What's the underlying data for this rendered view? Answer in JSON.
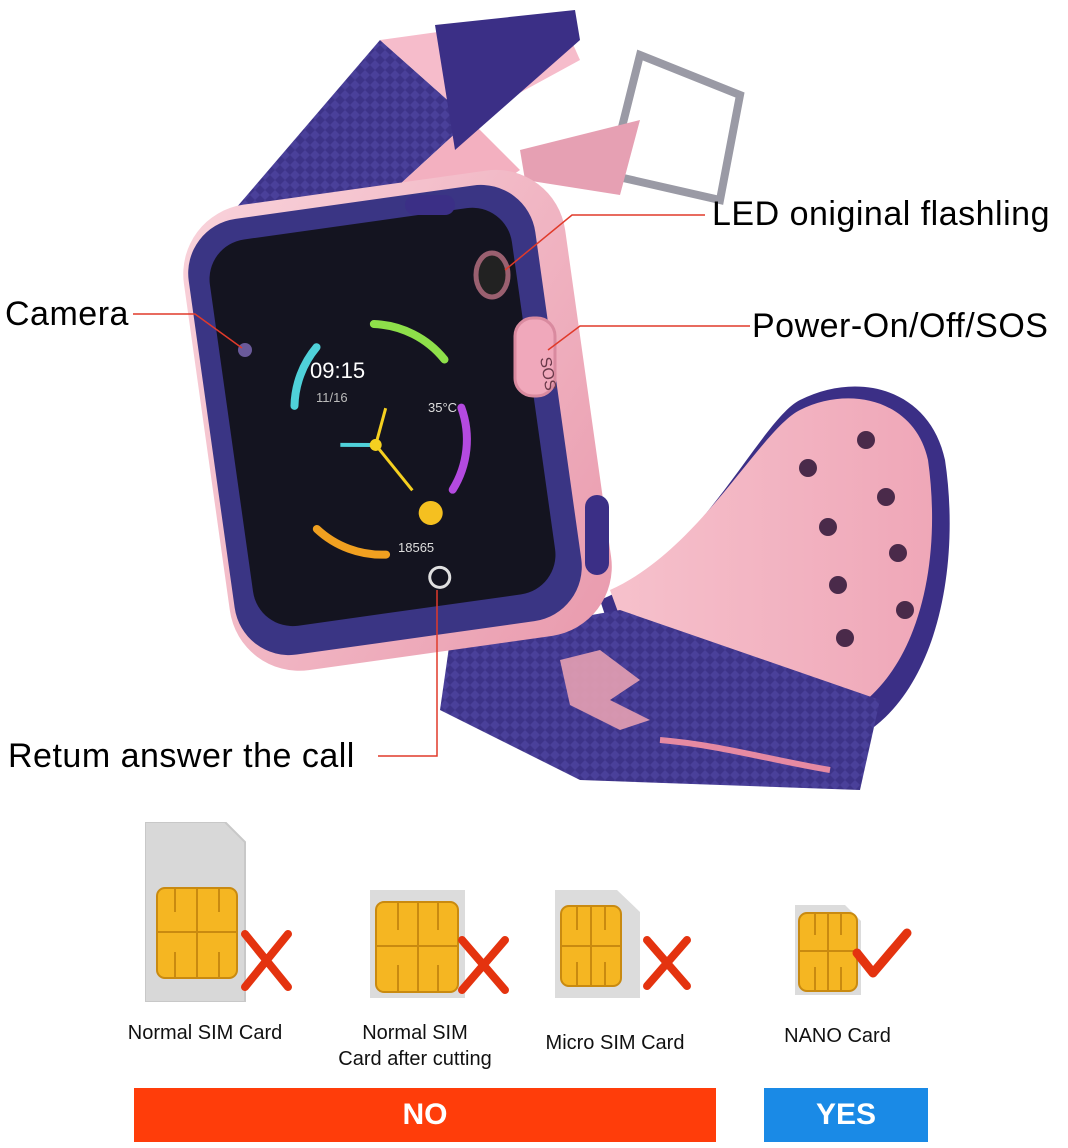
{
  "callouts": {
    "led": "LED oniginal flashling",
    "camera": "Camera",
    "power": "Power-On/Off/SOS",
    "answer": "Retum answer the call"
  },
  "watch_screen": {
    "time": "09:15",
    "date": "11/16",
    "temperature": "35°C",
    "steps": "18565",
    "side_button_text": "SOS"
  },
  "sim_cards": [
    {
      "label": "Normal SIM Card",
      "mark": "x-icon"
    },
    {
      "label_line1": "Normal SIM",
      "label_line2": "Card after cutting",
      "mark": "x-icon"
    },
    {
      "label": "Micro SIM Card",
      "mark": "x-icon"
    },
    {
      "label": "NANO Card",
      "mark": "check-icon"
    }
  ],
  "bars": {
    "no": "NO",
    "yes": "YES"
  },
  "colors": {
    "no_bar": "#ff3d0a",
    "yes_bar": "#1a8ae6",
    "callout_line": "#e03a2a",
    "watch_pink": "#f4b8c4",
    "strap_purple": "#3b2f86",
    "chip_gold": "#f5b622"
  }
}
